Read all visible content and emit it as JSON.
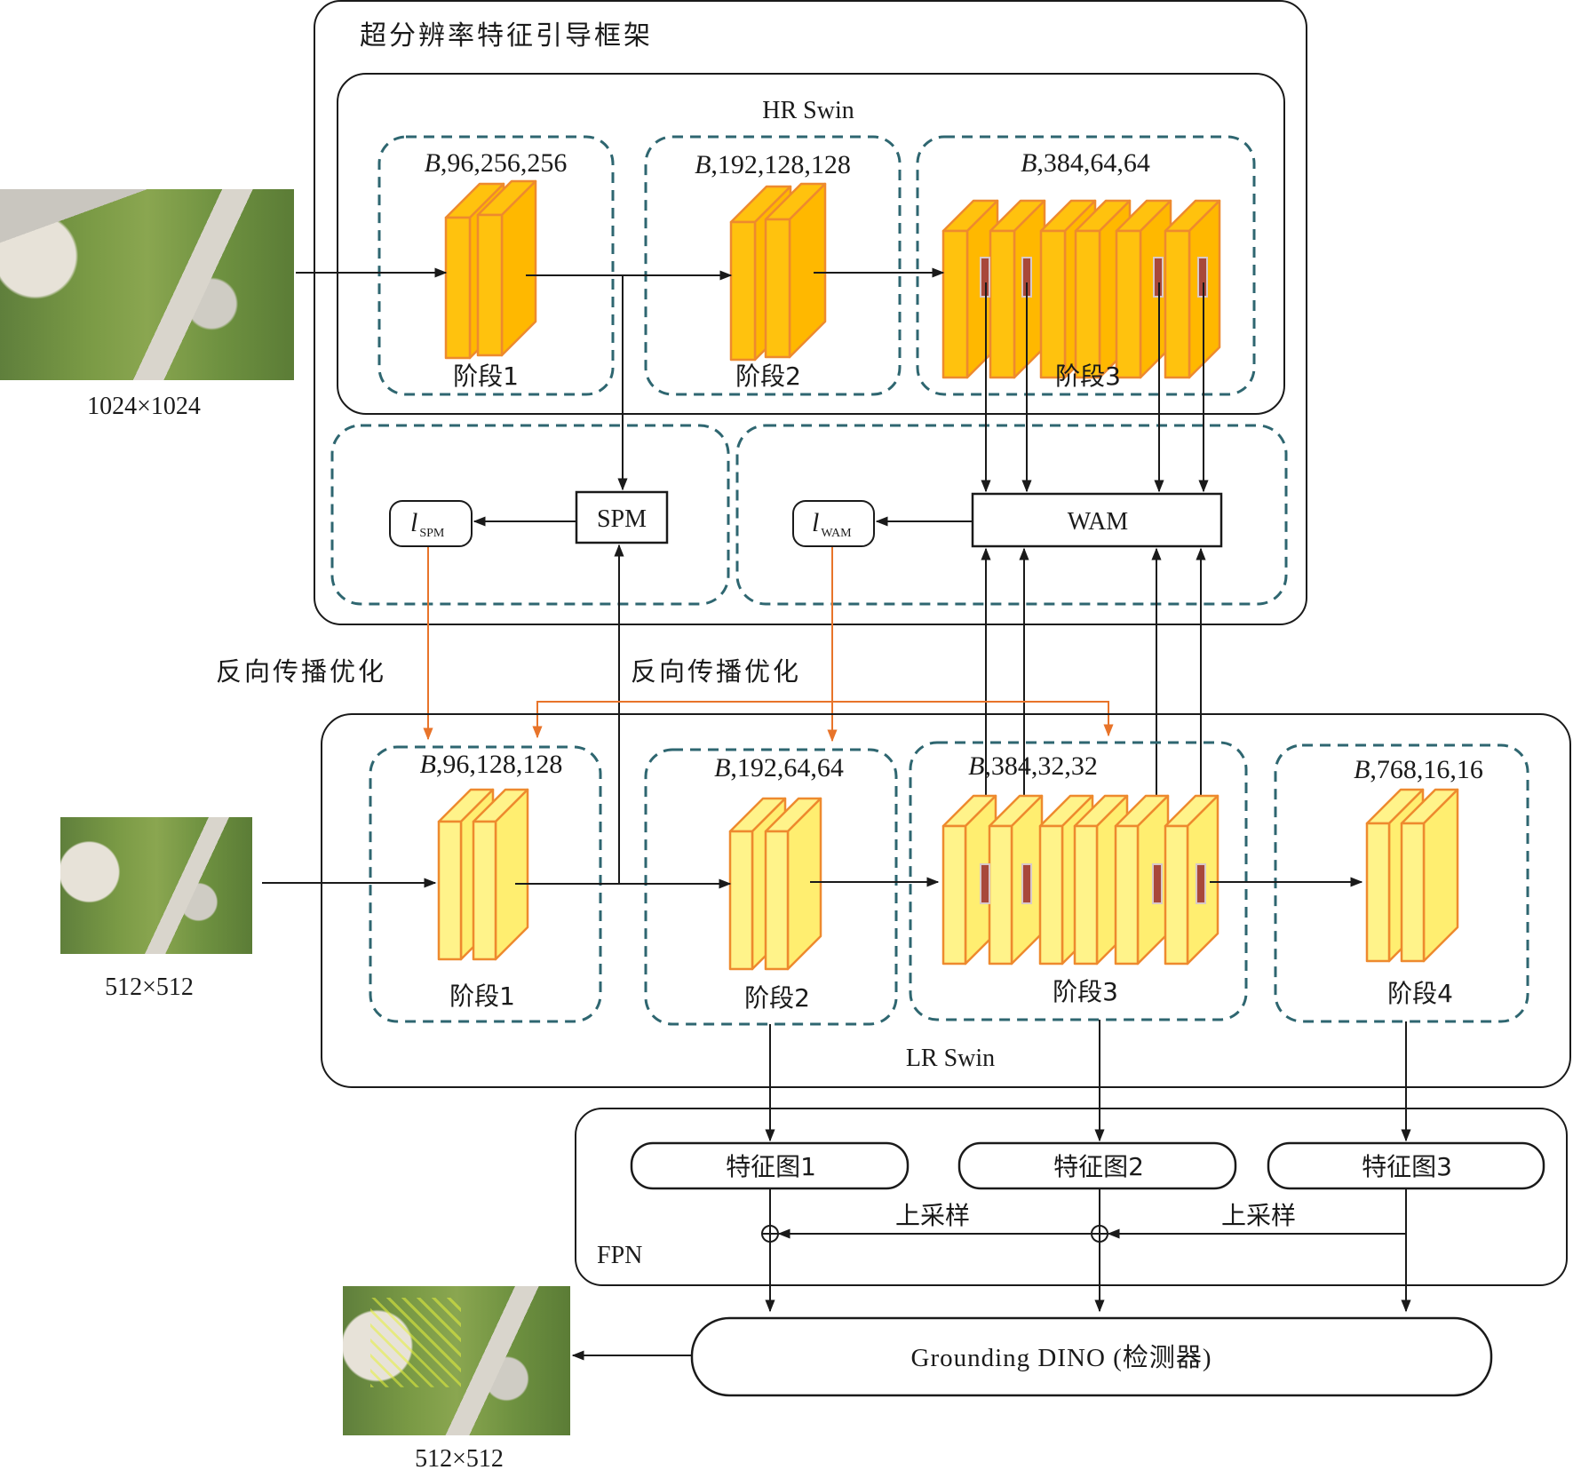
{
  "framework": {
    "title": "超分辨率特征引导框架",
    "hr_swin": {
      "label": "HR Swin",
      "stages": [
        {
          "shape": "B,96,256,256",
          "label": "阶段1",
          "blocks": 2
        },
        {
          "shape": "B,192,128,128",
          "label": "阶段2",
          "blocks": 2
        },
        {
          "shape": "B,384,64,64",
          "label": "阶段3",
          "blocks": 6
        }
      ]
    },
    "modules": {
      "spm": "SPM",
      "wam": "WAM",
      "l_spm": {
        "base": "l",
        "sub": "SPM"
      },
      "l_wam": {
        "base": "l",
        "sub": "WAM"
      }
    }
  },
  "backprop_labels": [
    "反向传播优化",
    "反向传播优化"
  ],
  "lr_swin": {
    "label": "LR Swin",
    "stages": [
      {
        "shape": "B,96,128,128",
        "label": "阶段1",
        "blocks": 2
      },
      {
        "shape": "B,192,64,64",
        "label": "阶段2",
        "blocks": 2
      },
      {
        "shape": "B,384,32,32",
        "label": "阶段3",
        "blocks": 6
      },
      {
        "shape": "B,768,16,16",
        "label": "阶段4",
        "blocks": 2
      }
    ]
  },
  "fpn": {
    "label": "FPN",
    "feature_maps": [
      "特征图1",
      "特征图2",
      "特征图3"
    ],
    "upsample_labels": [
      "上采样",
      "上采样"
    ]
  },
  "detector": {
    "label": "Grounding DINO (检测器)"
  },
  "images": {
    "hr_input": {
      "caption": "1024×1024"
    },
    "lr_input": {
      "caption": "512×512"
    },
    "output": {
      "caption": "512×512"
    }
  },
  "colors": {
    "hr_block_fill": "#FFC20E",
    "hr_block_side": "#FFB800",
    "lr_block_fill": "#FFF38A",
    "lr_block_side": "#FFEE70",
    "block_edge": "#EE8A2E",
    "dashed_border": "#2E6670",
    "backprop_arrow": "#E8742A",
    "frame": "#1a1a1a",
    "window_mark": "#A8483A"
  }
}
